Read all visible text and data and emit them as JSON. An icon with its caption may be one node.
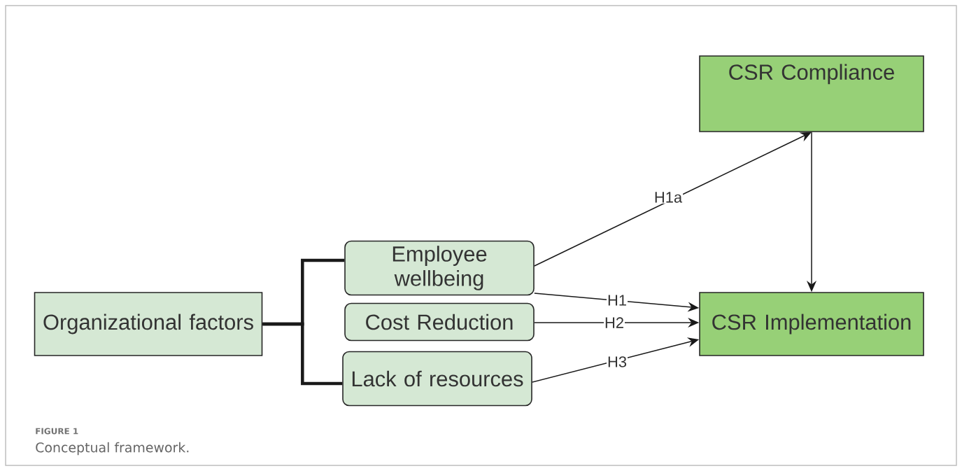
{
  "diagram": {
    "caption": "Conceptual framework.",
    "nodes": [
      {
        "text": [
          "Organizational factors"
        ]
      },
      {
        "text": [
          "Employee wellbeing"
        ]
      },
      {
        "text": [
          "Cost Reduction"
        ]
      },
      {
        "text": [
          "Lack of resources"
        ]
      },
      {
        "text": [
          "CSR Compliance"
        ]
      },
      {
        "text": [
          "CSR Implementation"
        ]
      }
    ],
    "edges": [
      {
        "from": 0,
        "to": 1,
        "arrow": "none",
        "style": "thick"
      },
      {
        "from": 0,
        "to": 3,
        "arrow": "none",
        "style": "thick"
      },
      {
        "from": 1,
        "to": 4,
        "arrow": "to",
        "label": "H1a"
      },
      {
        "from": 1,
        "to": 5,
        "arrow": "to",
        "label": "H1"
      },
      {
        "from": 2,
        "to": 5,
        "arrow": "to",
        "label": "H2"
      },
      {
        "from": 3,
        "to": 5,
        "arrow": "to",
        "label": "H3"
      },
      {
        "from": 4,
        "to": 5,
        "arrow": "to"
      }
    ],
    "labels": [
      "FIGURE 1"
    ]
  }
}
